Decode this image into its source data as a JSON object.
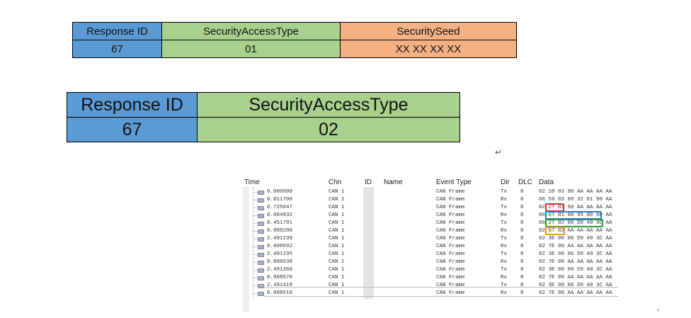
{
  "table1": {
    "headers": [
      "Response ID",
      "SecurityAccessType",
      "SecuritySeed"
    ],
    "values": [
      "67",
      "01",
      "XX XX XX XX"
    ]
  },
  "table2": {
    "headers": [
      "Response ID",
      "SecurityAccessType"
    ],
    "values": [
      "67",
      "02"
    ]
  },
  "return_mark": "↵",
  "trace": {
    "columns": [
      "Time",
      "Chn",
      "ID",
      "Name",
      "Event Type",
      "Dir",
      "DLC",
      "Data"
    ],
    "rows": [
      {
        "time": "0.000000",
        "chn": "CAN 1",
        "event": "CAN Frame",
        "dir": "Tx",
        "dlc": "8",
        "data": "02 10 03 90 AA AA AA AA"
      },
      {
        "time": "0.011700",
        "chn": "CAN 1",
        "event": "CAN Frame",
        "dir": "Rx",
        "dlc": "8",
        "data": "06 50 03 00 32 01 90 AA"
      },
      {
        "time": "0.725047",
        "chn": "CAN 1",
        "event": "CAN Frame",
        "dir": "Tx",
        "dlc": "8",
        "data": "02 27 01 90 AA AA AA AA"
      },
      {
        "time": "0.004932",
        "chn": "CAN 1",
        "event": "CAN Frame",
        "dir": "Rx",
        "dlc": "8",
        "data": "06 67 01 00 95 00 00 AA"
      },
      {
        "time": "0.451781",
        "chn": "CAN 1",
        "event": "CAN Frame",
        "dir": "Tx",
        "dlc": "8",
        "data": "06 27 02 06 D9 40 3C AA"
      },
      {
        "time": "0.008200",
        "chn": "CAN 1",
        "event": "CAN Frame",
        "dir": "Rx",
        "dlc": "8",
        "data": "02 67 02 AA AA AA AA AA"
      },
      {
        "time": "2.491239",
        "chn": "CAN 1",
        "event": "CAN Frame",
        "dir": "Tx",
        "dlc": "8",
        "data": "02 3E 00 06 D9 40 3C AA"
      },
      {
        "time": "0.008692",
        "chn": "CAN 1",
        "event": "CAN Frame",
        "dir": "Rx",
        "dlc": "8",
        "data": "02 7E 00 AA AA AA AA AA"
      },
      {
        "time": "2.491295",
        "chn": "CAN 1",
        "event": "CAN Frame",
        "dir": "Tx",
        "dlc": "8",
        "data": "02 3E 00 06 D9 40 3C AA"
      },
      {
        "time": "0.008638",
        "chn": "CAN 1",
        "event": "CAN Frame",
        "dir": "Rx",
        "dlc": "8",
        "data": "02 7E 00 AA AA AA AA AA"
      },
      {
        "time": "2.491360",
        "chn": "CAN 1",
        "event": "CAN Frame",
        "dir": "Tx",
        "dlc": "8",
        "data": "02 3E 00 06 D9 40 3C AA"
      },
      {
        "time": "0.008570",
        "chn": "CAN 1",
        "event": "CAN Frame",
        "dir": "Rx",
        "dlc": "8",
        "data": "02 7E 00 AA AA AA AA AA"
      },
      {
        "time": "2.491419",
        "chn": "CAN 1",
        "event": "CAN Frame",
        "dir": "Tx",
        "dlc": "8",
        "data": "02 3E 00 06 D9 40 3C AA"
      },
      {
        "time": "0.008510",
        "chn": "CAN 1",
        "event": "CAN Frame",
        "dir": "Rx",
        "dlc": "8",
        "data": "02 7E 00 AA AA AA AA AA"
      }
    ],
    "highlight_colors": [
      "#e03030",
      "#2f7fd0",
      "#2a9a3a",
      "#e0a020"
    ]
  }
}
